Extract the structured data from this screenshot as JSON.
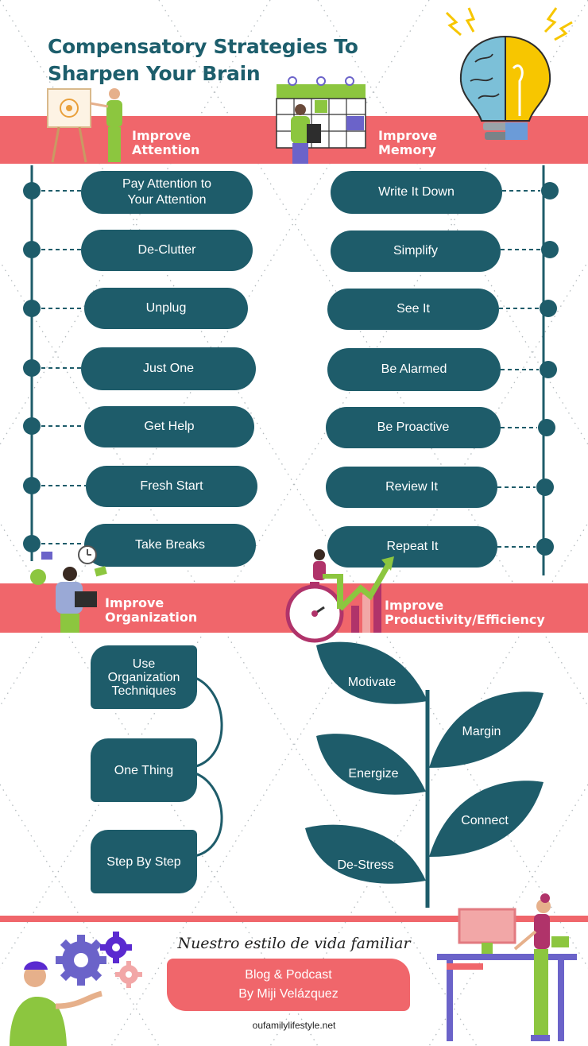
{
  "title": {
    "line1": "Compensatory Strategies To",
    "line2": "Sharpen Your Brain"
  },
  "sections": {
    "attention": {
      "line1": "Improve",
      "line2": "Attention",
      "items": [
        "Pay Attention to Your Attention",
        "De-Clutter",
        "Unplug",
        "Just One",
        "Get Help",
        "Fresh Start",
        "Take Breaks"
      ]
    },
    "memory": {
      "line1": "Improve",
      "line2": "Memory",
      "items": [
        "Write It Down",
        "Simplify",
        "See It",
        "Be Alarmed",
        "Be Proactive",
        "Review It",
        "Repeat It"
      ]
    },
    "organization": {
      "line1": "Improve",
      "line2": "Organization",
      "items": [
        "Use Organization Techniques",
        "One Thing",
        "Step By Step"
      ]
    },
    "productivity": {
      "line1": "Improve",
      "line2": "Productivity/Efficiency",
      "items": [
        "Motivate",
        "Margin",
        "Energize",
        "Connect",
        "De-Stress"
      ]
    }
  },
  "footer": {
    "tagline": "Nuestro estilo de vida familiar",
    "line1": "Blog & Podcast",
    "line2": "By Miji Velázquez",
    "url": "oufamilylifestyle.net"
  },
  "colors": {
    "teal": "#1e5c6a",
    "coral": "#f0666b",
    "green": "#8cc63f",
    "purple": "#6b63c9",
    "pink": "#f2a7a7",
    "yellow": "#f7c600"
  },
  "icons": [
    "presentation-board-icon",
    "calendar-icon",
    "brain-lightbulb-icon",
    "clock-icon",
    "stopwatch-icon",
    "growth-chart-icon",
    "gears-icon",
    "standing-desk-icon"
  ]
}
